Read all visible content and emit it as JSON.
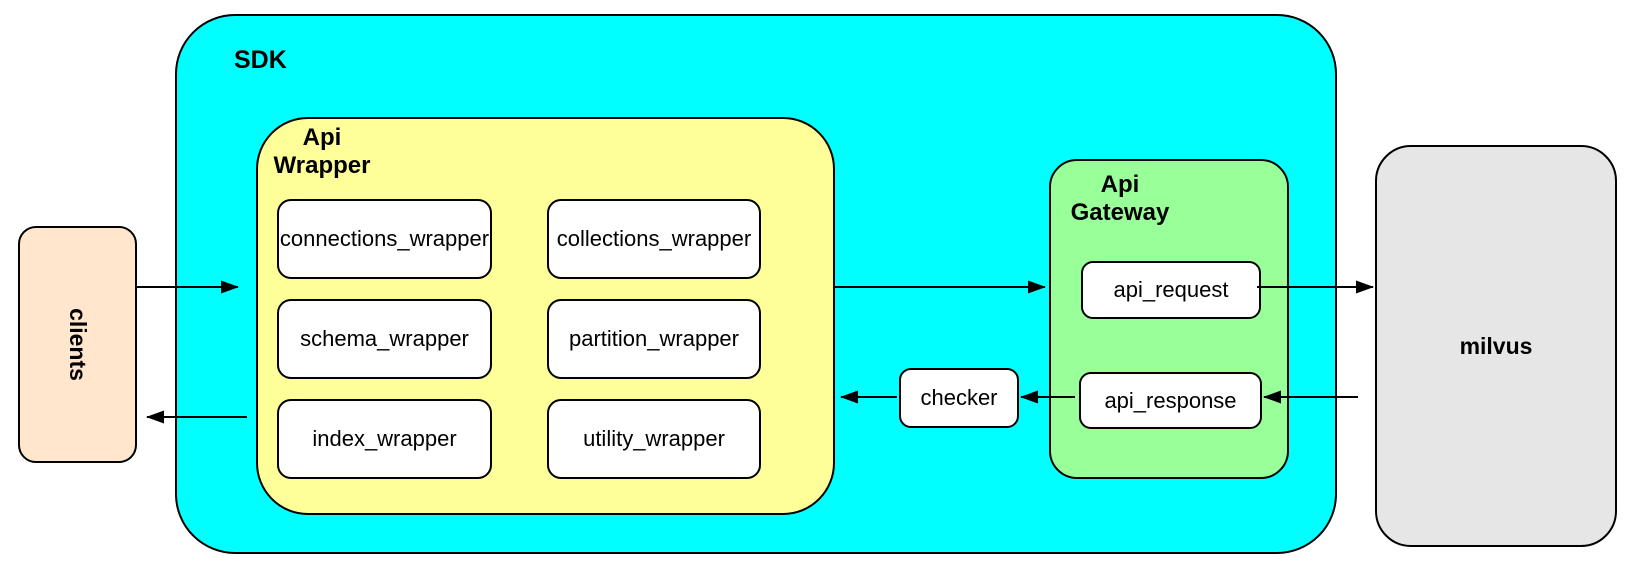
{
  "nodes": {
    "clients": "clients",
    "sdk": "SDK",
    "api_wrapper": {
      "line1": "Api",
      "line2": "Wrapper",
      "boxes": [
        "connections_wrapper",
        "collections_wrapper",
        "schema_wrapper",
        "partition_wrapper",
        "index_wrapper",
        "utility_wrapper"
      ]
    },
    "checker": "checker",
    "api_gateway": {
      "line1": "Api",
      "line2": "Gateway",
      "request": "api_request",
      "response": "api_response"
    },
    "milvus": "milvus"
  },
  "colors": {
    "sdk_fill": "#00FFFF",
    "wrapper_fill": "#FFFF99",
    "gateway_fill": "#99FF99",
    "clients_fill": "#FFE6CC",
    "milvus_fill": "#E6E6E6",
    "node_fill": "#FFFFFF",
    "border": "#000000"
  }
}
